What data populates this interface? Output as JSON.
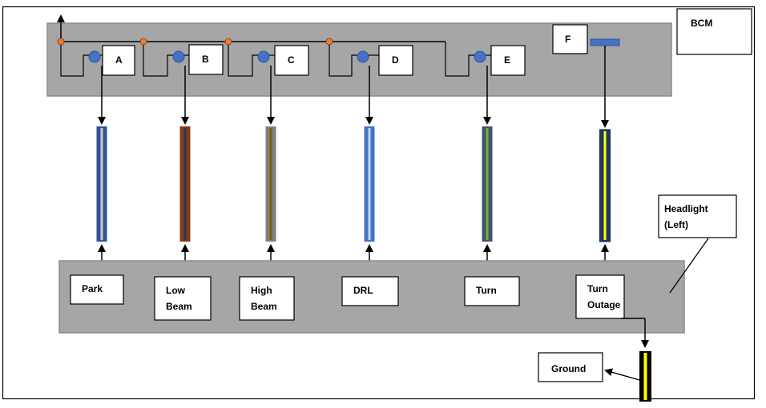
{
  "bcm": {
    "label": "BCM",
    "switches": [
      "A",
      "B",
      "C",
      "D",
      "E"
    ],
    "fuse_label": "F"
  },
  "wires": [
    {
      "id": "park",
      "colors": {
        "outer": "#2f5597",
        "stripe": "#c9c9c9"
      }
    },
    {
      "id": "low-beam",
      "colors": {
        "outer": "#843c0c",
        "stripe": "#1f3864"
      }
    },
    {
      "id": "high-beam",
      "colors": {
        "outer": "#7f7f7f",
        "stripe": "#7f6000"
      }
    },
    {
      "id": "drl",
      "colors": {
        "outer": "#4472c4",
        "stripe": "#bdd7ee"
      }
    },
    {
      "id": "turn",
      "colors": {
        "outer": "#44546a",
        "stripe": "#70ad47"
      }
    },
    {
      "id": "turn-outage",
      "colors": {
        "outer": "#1f3864",
        "stripe": "#ffff00"
      }
    }
  ],
  "headlight": {
    "label_line1": "Headlight",
    "label_line2": "(Left)",
    "circuits": [
      {
        "line1": "Park",
        "line2": ""
      },
      {
        "line1": "Low",
        "line2": "Beam"
      },
      {
        "line1": "High",
        "line2": "Beam"
      },
      {
        "line1": "DRL",
        "line2": ""
      },
      {
        "line1": "Turn",
        "line2": ""
      },
      {
        "line1": "Turn",
        "line2": "Outage"
      }
    ]
  },
  "ground": {
    "label": "Ground",
    "colors": {
      "outer": "#000000",
      "stripe": "#ffff00"
    }
  },
  "colors": {
    "module_fill": "#a6a6a6",
    "module_stroke": "#8c8c8c",
    "junction_dot": "#ed7d31",
    "switch_contact": "#4472c4",
    "fuse_fill": "#4472c4"
  }
}
